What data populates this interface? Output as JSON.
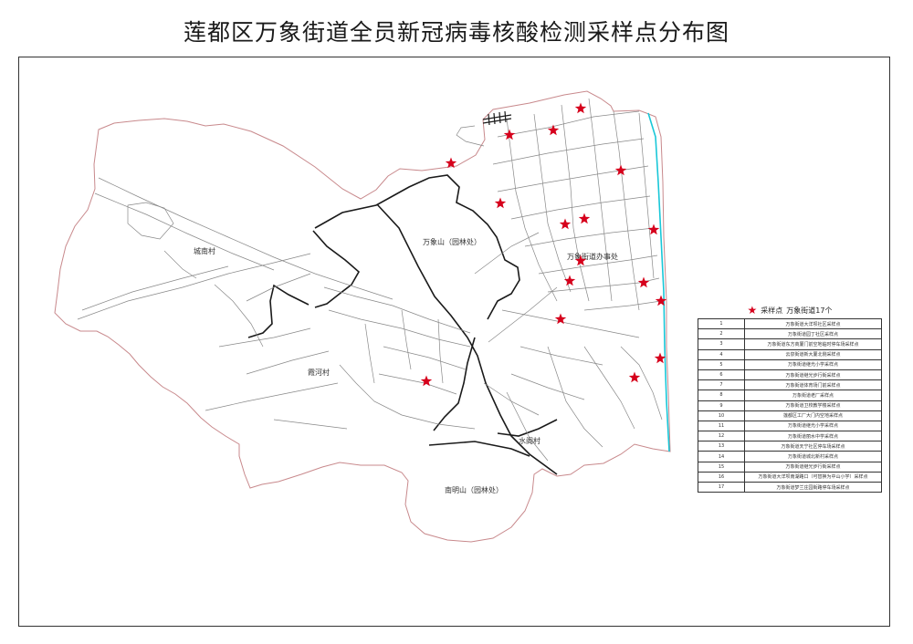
{
  "title": "莲都区万象街道全员新冠病毒核酸检测采样点分布图",
  "map_labels": {
    "chengnan": "城南村",
    "wanxiangshan": "万象山（园林处）",
    "office": "万象街道办事处",
    "xiahe": "霞河村",
    "shuige": "水阁村",
    "nanmingshan": "南明山（园林处）"
  },
  "legend": {
    "marker_label": "采样点",
    "count_label": "万象街道17个"
  },
  "sites": [
    {
      "no": "1",
      "name": "万象街道大洋坝社区采样点"
    },
    {
      "no": "2",
      "name": "万象街道园丁社区采样点"
    },
    {
      "no": "3",
      "name": "万象街道东方商厦门前空地临时停车场采样点"
    },
    {
      "no": "4",
      "name": "云泉街道新大厦北侧采样点"
    },
    {
      "no": "5",
      "name": "万象街道继光小学采样点"
    },
    {
      "no": "6",
      "name": "万象街道继光步行街采样点"
    },
    {
      "no": "7",
      "name": "万象街道体育场门前采样点"
    },
    {
      "no": "8",
      "name": "万象街道老厂采样点"
    },
    {
      "no": "9",
      "name": "万象街道卫校教学楼采样点"
    },
    {
      "no": "10",
      "name": "莲都区工厂大门内空地采样点"
    },
    {
      "no": "11",
      "name": "万象街道继光小学采样点"
    },
    {
      "no": "12",
      "name": "万象街道丽水中学采样点"
    },
    {
      "no": "13",
      "name": "万象街道天宁社区停车场采样点"
    },
    {
      "no": "14",
      "name": "万象街道城北新村采样点"
    },
    {
      "no": "15",
      "name": "万象街道继光步行街采样点"
    },
    {
      "no": "16",
      "name": "万象街道大洋坝南湖路口（可替换为中山小学）采样点"
    },
    {
      "no": "17",
      "name": "万象街道梦兰庄园街路停车场采样点"
    }
  ],
  "markers": [
    {
      "lon": 636,
      "lat": 119
    },
    {
      "lon": 558,
      "lat": 148
    },
    {
      "lon": 606,
      "lat": 143
    },
    {
      "lon": 494,
      "lat": 179
    },
    {
      "lon": 680,
      "lat": 187
    },
    {
      "lon": 548,
      "lat": 223
    },
    {
      "lon": 619,
      "lat": 246
    },
    {
      "lon": 640,
      "lat": 240
    },
    {
      "lon": 716,
      "lat": 252
    },
    {
      "lon": 636,
      "lat": 286
    },
    {
      "lon": 624,
      "lat": 308
    },
    {
      "lon": 705,
      "lat": 310
    },
    {
      "lon": 724,
      "lat": 330
    },
    {
      "lon": 614,
      "lat": 350
    },
    {
      "lon": 723,
      "lat": 393
    },
    {
      "lon": 695,
      "lat": 414
    },
    {
      "lon": 467,
      "lat": 418
    }
  ],
  "colors": {
    "boundary": "#c8898c",
    "river": "#18c7d8",
    "marker": "#d6001c",
    "road": "#888888",
    "district": "#1a1a1a"
  }
}
